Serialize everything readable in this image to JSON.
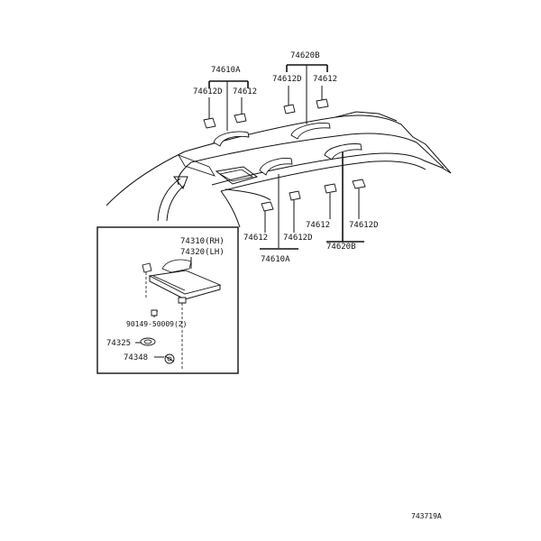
{
  "labels": {
    "grip_front_assy": "74610A",
    "grip_front_cap_a": "74612D",
    "grip_front_cap_b": "74612",
    "grip_rear_assy": "74620B",
    "grip_rear_cap_a": "74612D",
    "grip_rear_cap_b": "74612",
    "lower_front_cap_b": "74612",
    "lower_front_cap_a": "74612D",
    "lower_front_assy": "74610A",
    "lower_rear_cap_b": "74612",
    "lower_rear_cap_a": "74612D",
    "lower_rear_assy": "74620B",
    "visor_rh": "74310(RH)",
    "visor_lh": "74320(LH)",
    "screw": "90149-50009(2)",
    "holder": "74325",
    "bracket": "74348",
    "diagram_code": "743719A"
  },
  "icons": {
    "grip_handle": "assist-grip-icon",
    "grip_cap": "grip-cap-icon",
    "sun_visor": "sun-visor-icon",
    "screw": "screw-icon",
    "visor_holder": "visor-holder-icon",
    "visor_bracket": "visor-bracket-icon"
  }
}
